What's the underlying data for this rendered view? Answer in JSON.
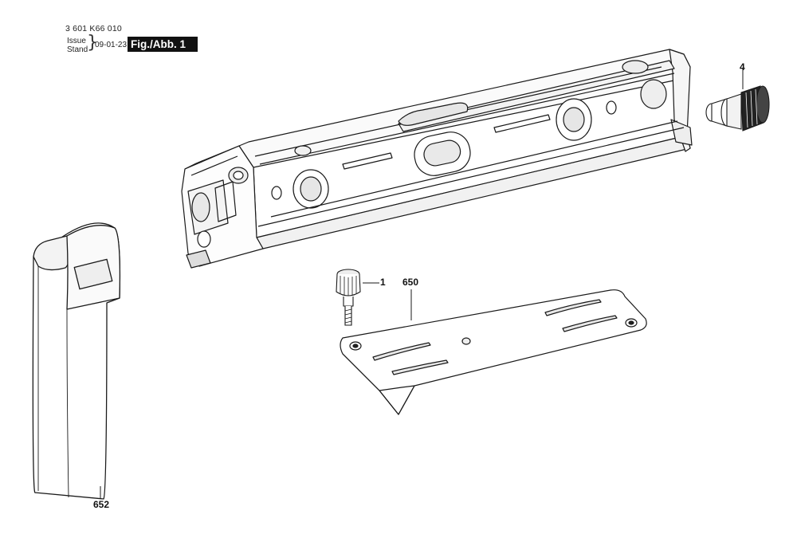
{
  "header": {
    "part_number": "3 601 K66 010",
    "issue_label": "Issue",
    "stand_label": "Stand",
    "brace": "}",
    "issue_date": "09-01-23",
    "figure_label": "Fig./Abb. 1"
  },
  "callouts": {
    "part_4": "4",
    "part_1": "1",
    "dash": "—",
    "part_650": "650",
    "part_652": "652"
  },
  "colors": {
    "line": "#1a1a1a",
    "fill": "#ffffff",
    "shade": "#e9e9e9",
    "dark": "#2a2a2a"
  }
}
